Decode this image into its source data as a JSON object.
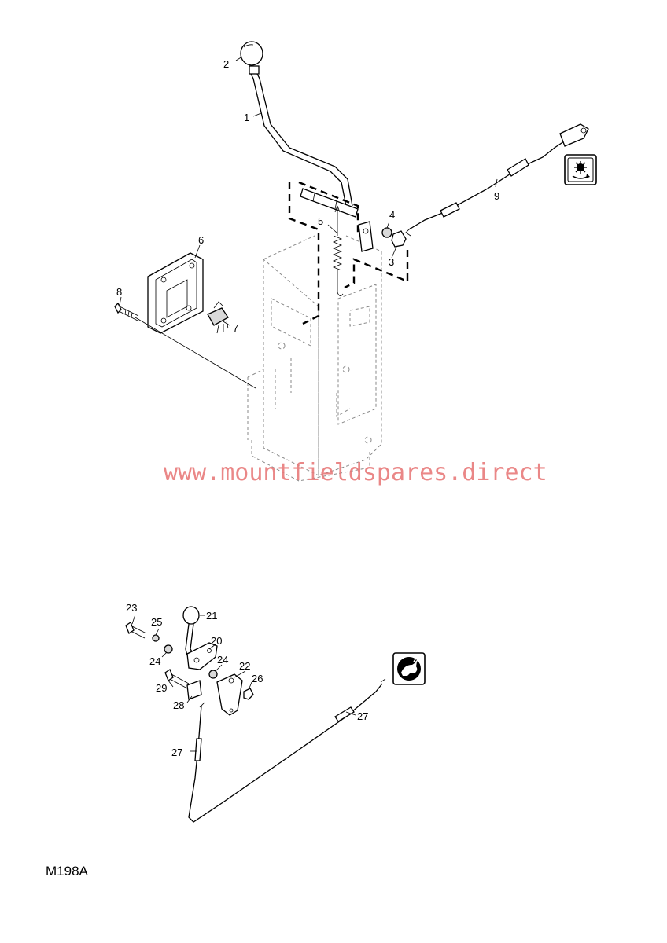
{
  "reference_code": "M198A",
  "watermark": "www.mountfieldspares.direct",
  "icons": {
    "upper": "cutting-height-symbol-icon",
    "lower": "speed-hare-symbol-icon"
  },
  "callouts": {
    "c1": "1",
    "c2": "2",
    "c3": "3",
    "c4": "4",
    "c5": "5",
    "c6": "6",
    "c7": "7",
    "c8": "8",
    "c9": "9",
    "c20": "20",
    "c21": "21",
    "c22": "22",
    "c23": "23",
    "c24a": "24",
    "c24b": "24",
    "c25": "25",
    "c26": "26",
    "c27a": "27",
    "c27b": "27",
    "c28": "28",
    "c29": "29"
  }
}
